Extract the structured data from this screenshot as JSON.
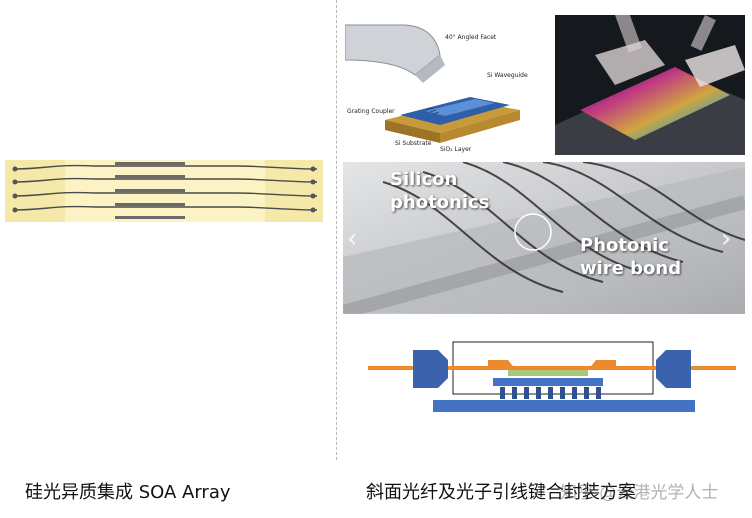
{
  "captions": {
    "left": "硅光异质集成 SOA Array",
    "right": "斜面光纤及光子引线键合封装方案"
  },
  "grating": {
    "facet": "40° Angled Facet",
    "waveguide": "Si Waveguide",
    "coupler": "Grating Coupler",
    "substrate": "Si Substrate",
    "oxide": "SiO₂ Layer"
  },
  "pwb": {
    "label_silicon": "Silicon",
    "label_photonics": "photonics",
    "label_photonic": "Photonic",
    "label_wirebond": "wire bond"
  },
  "watermark": "知乎 @云港光学人士"
}
